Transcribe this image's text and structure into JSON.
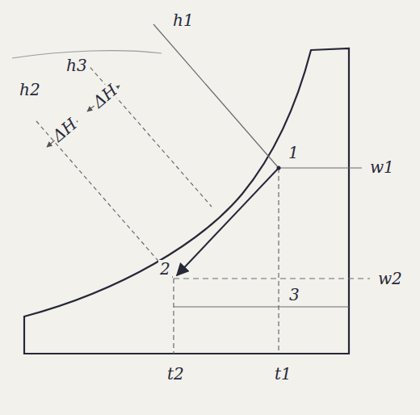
{
  "diagram": {
    "labels": [
      "h1",
      "h3",
      "h2",
      "ΔH",
      "ΔH",
      "1",
      "2",
      "w1",
      "w2",
      "3",
      "t2",
      "t1"
    ]
  }
}
